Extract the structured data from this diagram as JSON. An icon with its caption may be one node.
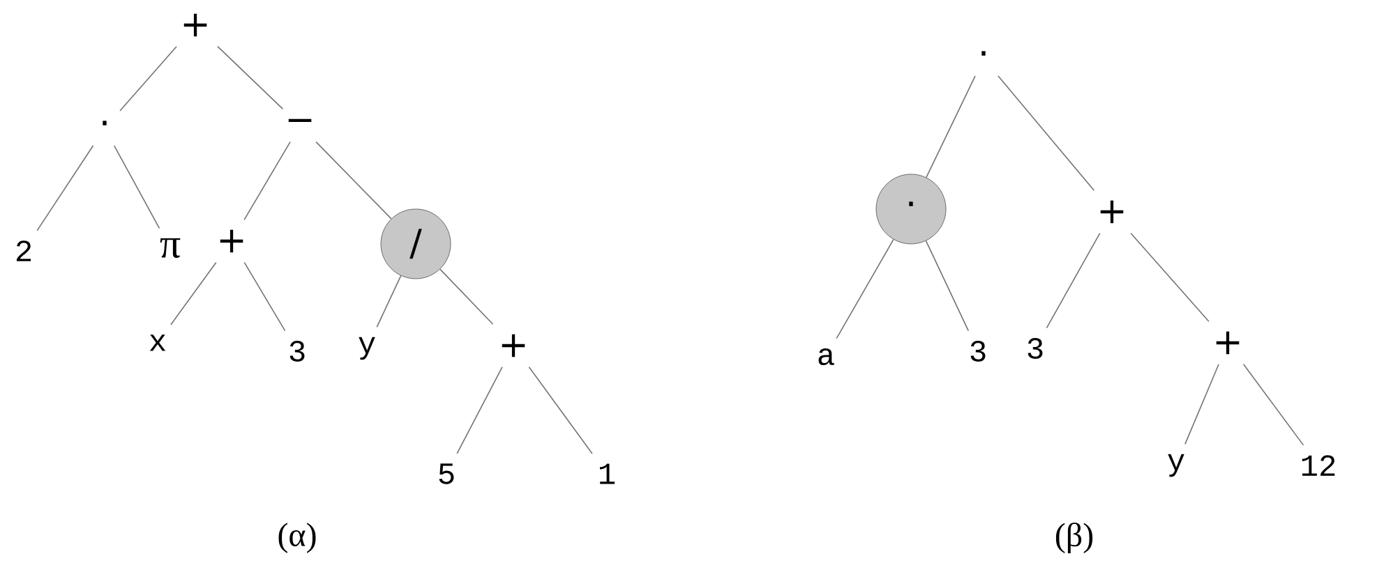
{
  "diagram": {
    "nodes": [
      {
        "text": [
          "+"
        ]
      },
      {
        "text": [
          "·"
        ]
      },
      {
        "text": [
          "−"
        ]
      },
      {
        "text": [
          "2"
        ]
      },
      {
        "text": [
          "π"
        ]
      },
      {
        "text": [
          "+"
        ]
      },
      {
        "text": [
          "/"
        ]
      },
      {
        "text": [
          "x"
        ]
      },
      {
        "text": [
          "3"
        ]
      },
      {
        "text": [
          "y"
        ]
      },
      {
        "text": [
          "+"
        ]
      },
      {
        "text": [
          "5"
        ]
      },
      {
        "text": [
          "1"
        ]
      },
      {
        "text": [
          "·"
        ]
      },
      {
        "text": [
          "·"
        ]
      },
      {
        "text": [
          "+"
        ]
      },
      {
        "text": [
          "a"
        ]
      },
      {
        "text": [
          "3"
        ]
      },
      {
        "text": [
          "3"
        ]
      },
      {
        "text": [
          "+"
        ]
      },
      {
        "text": [
          "y"
        ]
      },
      {
        "text": [
          "12"
        ]
      }
    ],
    "edges": [
      {
        "from": 0,
        "to": 1,
        "arrow": "none"
      },
      {
        "from": 0,
        "to": 2,
        "arrow": "none"
      },
      {
        "from": 1,
        "to": 3,
        "arrow": "none"
      },
      {
        "from": 1,
        "to": 4,
        "arrow": "none"
      },
      {
        "from": 2,
        "to": 5,
        "arrow": "none"
      },
      {
        "from": 2,
        "to": 6,
        "arrow": "none"
      },
      {
        "from": 5,
        "to": 7,
        "arrow": "none"
      },
      {
        "from": 5,
        "to": 8,
        "arrow": "none"
      },
      {
        "from": 6,
        "to": 9,
        "arrow": "none"
      },
      {
        "from": 6,
        "to": 10,
        "arrow": "none"
      },
      {
        "from": 10,
        "to": 11,
        "arrow": "none"
      },
      {
        "from": 10,
        "to": 12,
        "arrow": "none"
      },
      {
        "from": 13,
        "to": 14,
        "arrow": "none"
      },
      {
        "from": 13,
        "to": 15,
        "arrow": "none"
      },
      {
        "from": 14,
        "to": 16,
        "arrow": "none"
      },
      {
        "from": 14,
        "to": 17,
        "arrow": "none"
      },
      {
        "from": 15,
        "to": 18,
        "arrow": "none"
      },
      {
        "from": 15,
        "to": 19,
        "arrow": "none"
      },
      {
        "from": 19,
        "to": 20,
        "arrow": "none"
      },
      {
        "from": 19,
        "to": 21,
        "arrow": "none"
      }
    ],
    "labels": [
      "(α)",
      "(β)"
    ]
  }
}
